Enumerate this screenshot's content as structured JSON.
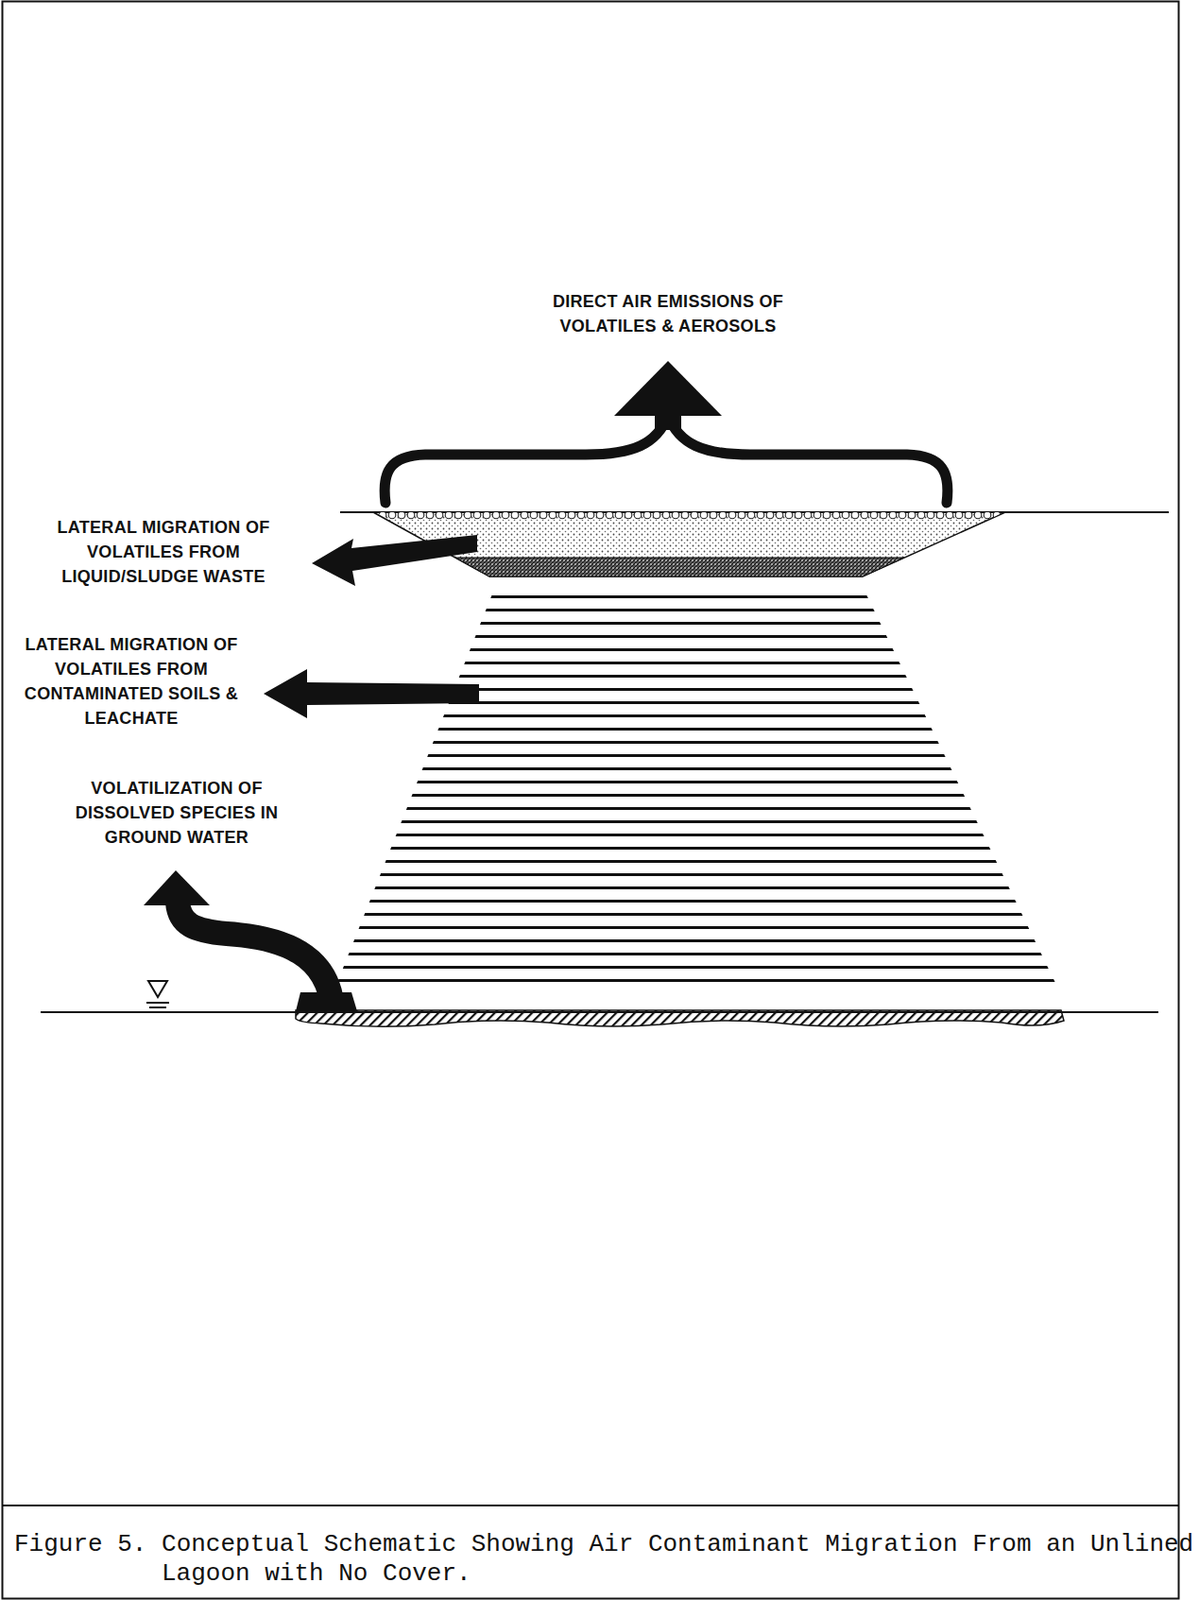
{
  "diagram": {
    "caption": "Figure 5. Conceptual Schematic Showing Air Contaminant Migration From an Unlined Lagoon with No Cover.",
    "labels": [
      "DIRECT AIR EMISSIONS OF VOLATILES & AEROSOLS",
      "LATERAL MIGRATION OF VOLATILES FROM LIQUID/SLUDGE WASTE",
      "LATERAL MIGRATION OF VOLATILES FROM CONTAMINATED SOILS & LEACHATE",
      "VOLATILIZATION OF DISSOLVED SPECIES IN GROUND WATER"
    ]
  }
}
